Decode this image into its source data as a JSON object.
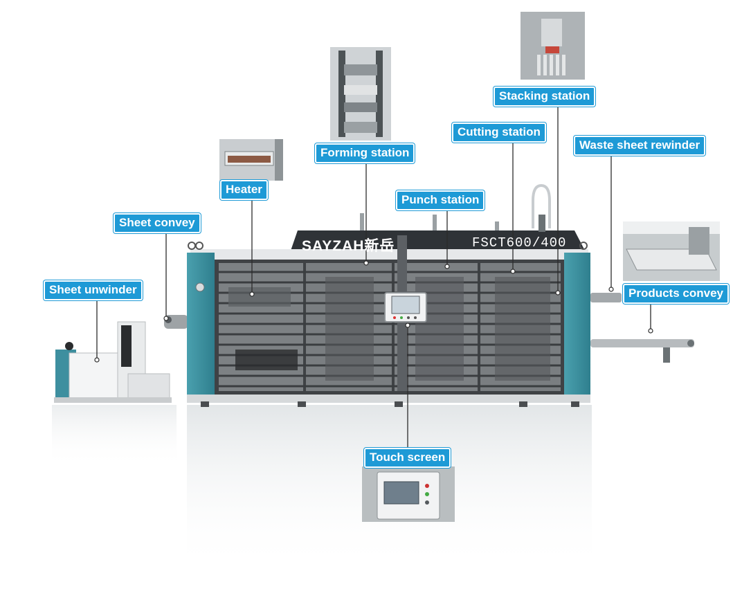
{
  "brand": "SAYZAH新岳",
  "model": "FSCT600/400",
  "colors": {
    "label_bg": "#1e9ad6",
    "label_text": "#ffffff",
    "machine_teal": "#3e8f9f",
    "machine_dark": "#2f3337",
    "window_dark": "#4a4d50"
  },
  "labels": {
    "sheet_unwinder": "Sheet unwinder",
    "sheet_convey": "Sheet convey",
    "heater": "Heater",
    "forming_station": "Forming station",
    "punch_station": "Punch station",
    "cutting_station": "Cutting station",
    "stacking_station": "Stacking station",
    "waste_sheet_rewinder": "Waste sheet rewinder",
    "products_convey": "Products convey",
    "touch_screen": "Touch screen"
  }
}
